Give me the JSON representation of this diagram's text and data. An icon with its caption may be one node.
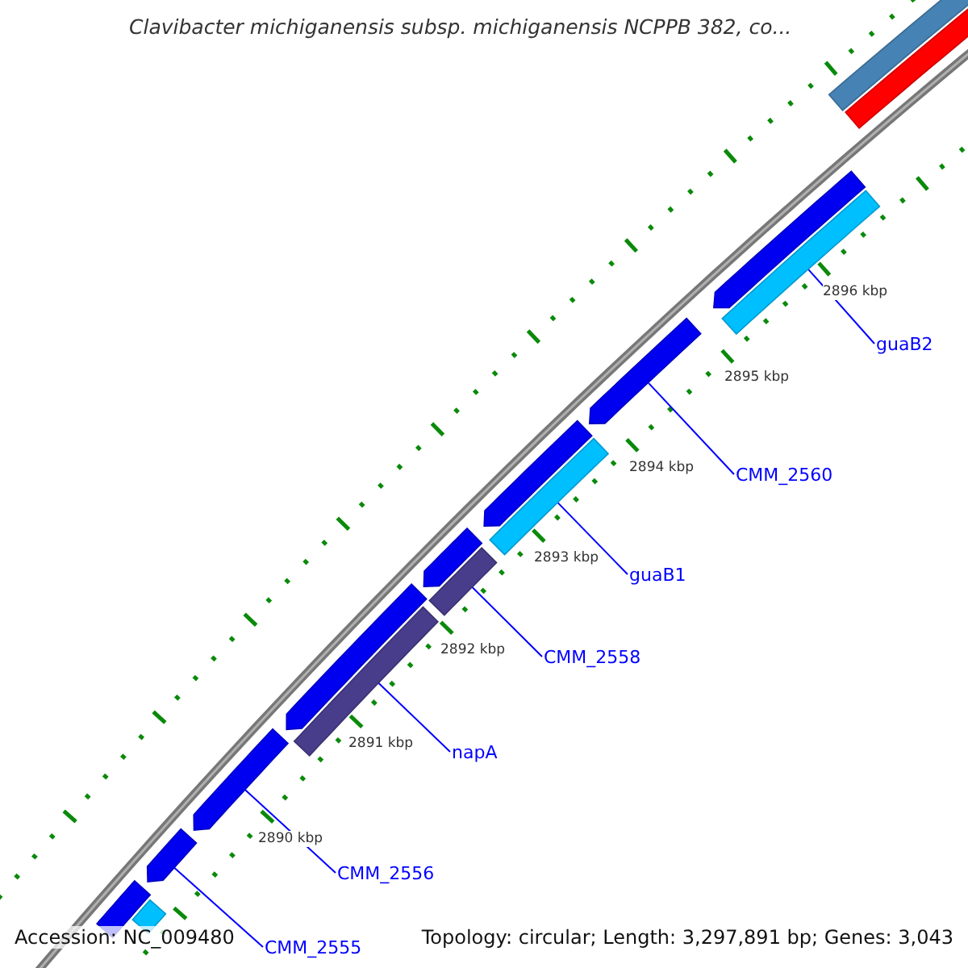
{
  "diagram": {
    "title": "Clavibacter michiganensis subsp. michiganensis NCPPB 382, co...",
    "nodes": [
      {
        "text": [
          "guaB2"
        ]
      },
      {
        "text": [
          "CMM_2560"
        ]
      },
      {
        "text": [
          "guaB1"
        ]
      },
      {
        "text": [
          "CMM_2558"
        ]
      },
      {
        "text": [
          "napA"
        ]
      },
      {
        "text": [
          "CMM_2556"
        ]
      },
      {
        "text": [
          "CMM_2555"
        ]
      },
      {
        "text": [],
        "shape": "bar"
      },
      {
        "text": [],
        "shape": "bar"
      },
      {
        "text": [],
        "shape": "arrow"
      },
      {
        "text": [],
        "shape": "bar"
      },
      {
        "text": [],
        "shape": "arrow"
      },
      {
        "text": [],
        "shape": "arrow"
      },
      {
        "text": [],
        "shape": "bar"
      },
      {
        "text": [],
        "shape": "arrow"
      },
      {
        "text": [],
        "shape": "bar"
      },
      {
        "text": [],
        "shape": "arrow"
      },
      {
        "text": [],
        "shape": "bar"
      },
      {
        "text": [],
        "shape": "arrow"
      },
      {
        "text": [],
        "shape": "arrow"
      },
      {
        "text": [],
        "shape": "bar"
      },
      {
        "text": [],
        "shape": "bar"
      }
    ],
    "edges": [
      {
        "from": 0,
        "to": 10,
        "arrow": "none"
      },
      {
        "from": 1,
        "to": 11,
        "arrow": "none"
      },
      {
        "from": 2,
        "to": 13,
        "arrow": "none"
      },
      {
        "from": 3,
        "to": 15,
        "arrow": "none"
      },
      {
        "from": 4,
        "to": 17,
        "arrow": "none"
      },
      {
        "from": 5,
        "to": 18,
        "arrow": "none"
      },
      {
        "from": 6,
        "to": 19,
        "arrow": "none"
      }
    ],
    "labels": [
      "2896 kbp",
      "2895 kbp",
      "2894 kbp",
      "2893 kbp",
      "2892 kbp",
      "2891 kbp",
      "2890 kbp",
      "Accession: NC_009480",
      "Topology: circular; Length: 3,297,891 bp; Genes: 3,043"
    ]
  }
}
